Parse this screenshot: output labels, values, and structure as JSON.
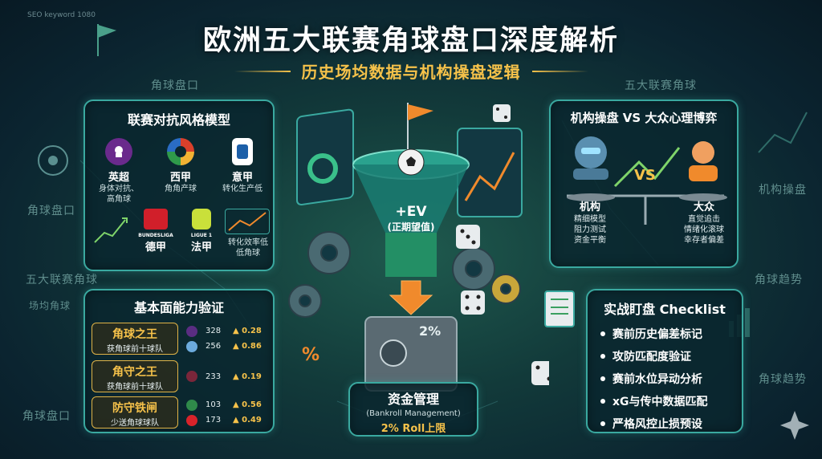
{
  "watermark": "SEO keyword 1080",
  "title": "欧洲五大联赛角球盘口深度解析",
  "subtitle": "历史场均数据与机构操盘逻辑",
  "bg_keywords": {
    "k1": "角球盘口",
    "k2": "五大联赛角球",
    "k3": "角球盘口",
    "k4": "机构操盘",
    "k5": "五大联赛角球",
    "k6": "场均角球",
    "k7": "角球趋势",
    "k8": "角球趋势",
    "k9": "角球盘口"
  },
  "league_panel": {
    "title": "联赛对抗风格模型",
    "leagues": [
      {
        "name": "英超",
        "desc1": "身体对抗、",
        "desc2": "高角球",
        "logo_color": "#6a2a8c"
      },
      {
        "name": "西甲",
        "desc1": "角角产球",
        "desc2": "",
        "logo_color": "#d9402b"
      },
      {
        "name": "意甲",
        "desc1": "转化生产低",
        "desc2": "",
        "logo_color": "#1c5fa8"
      },
      {
        "name": "德甲",
        "logo_text": "BUNDESLIGA",
        "logo_color": "#d11f2a"
      },
      {
        "name": "法甲",
        "logo_text": "LIGUE 1",
        "logo_color": "#c9e03a"
      }
    ],
    "fr_desc1": "转化效率低",
    "fr_desc2": "低角球"
  },
  "ability_panel": {
    "title": "基本面能力验证",
    "rows": [
      {
        "name": "角球之王",
        "desc": "获角球前十球队",
        "stats": [
          {
            "value": "328",
            "delta": "▲ 0.28",
            "color": "#5a2d82"
          },
          {
            "value": "256",
            "delta": "▲ 0.86",
            "color": "#6cabdd"
          }
        ]
      },
      {
        "name": "角守之王",
        "desc": "获角球前十球队",
        "stats": [
          {
            "value": "233",
            "delta": "▲ 0.19",
            "color": "#7a263a"
          }
        ]
      },
      {
        "name": "防守铁闸",
        "desc": "少送角球球队",
        "stats": [
          {
            "value": "103",
            "delta": "▲ 0.56",
            "color": "#2f8a4a"
          },
          {
            "value": "173",
            "delta": "▲ 0.49",
            "color": "#d8232a"
          }
        ]
      }
    ]
  },
  "funnel": {
    "line1": "+EV",
    "line2": "(正期望值)"
  },
  "safe_percent": "2%",
  "money_box": {
    "title": "资金管理",
    "subtitle": "(Bankroll Management)",
    "limit": "2% Roll上限"
  },
  "versus_panel": {
    "title": "机构操盘 VS 大众心理博弈",
    "vs": "VS",
    "left": {
      "head": "机构",
      "l1": "精细模型",
      "l2": "阻力测试",
      "l3": "资金平衡"
    },
    "right": {
      "head": "大众",
      "l1": "直觉追击",
      "l2": "情绪化滚球",
      "l3": "幸存者偏差"
    }
  },
  "checklist_panel": {
    "title": "实战盯盘 Checklist",
    "items": [
      "赛前历史偏差标记",
      "攻防匹配度验证",
      "赛前水位异动分析",
      "xG与传中数据匹配",
      "严格风控止损预设"
    ]
  },
  "percent_sign": "%",
  "colors": {
    "accent": "#3aa9a0",
    "gold": "#f6c24a",
    "arrow": "#f08a2c"
  }
}
